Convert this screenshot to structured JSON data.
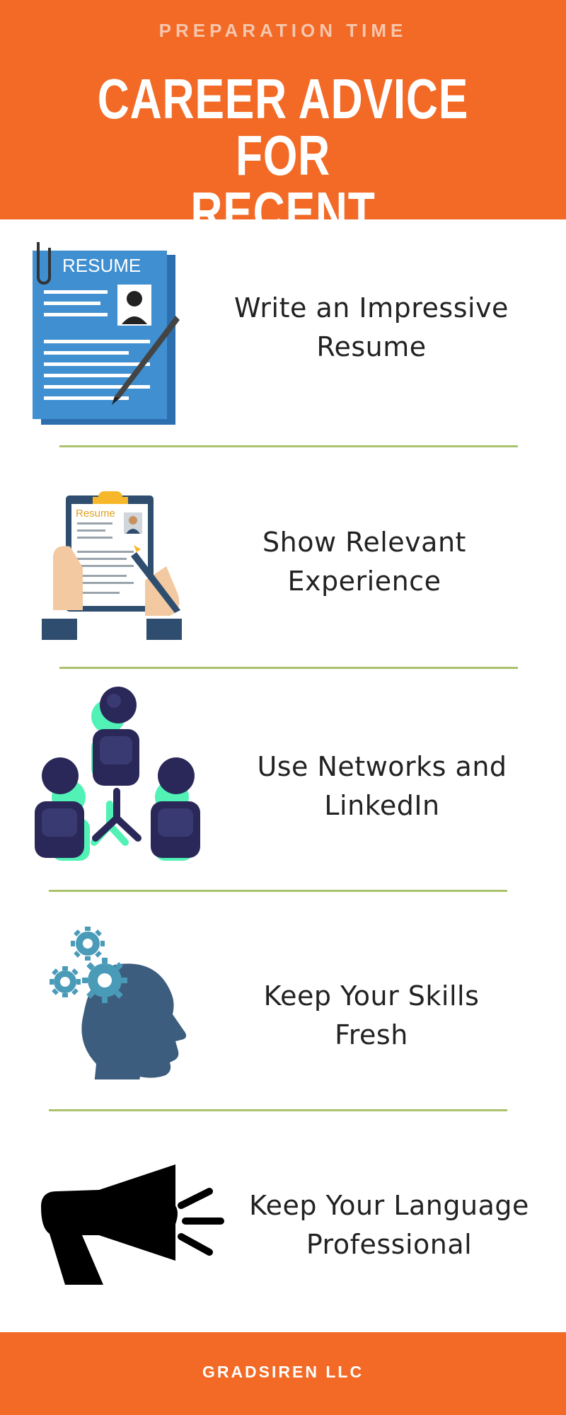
{
  "header": {
    "kicker": "PREPARATION TIME",
    "title_line1": "CAREER ADVICE FOR",
    "title_line2": "RECENT GRADUATES"
  },
  "tips": [
    {
      "line1": "Write an Impressive",
      "line2": "Resume",
      "icon": "resume-document-icon",
      "icon_text": "RESUME"
    },
    {
      "line1": "Show Relevant",
      "line2": "Experience",
      "icon": "clipboard-resume-icon",
      "icon_text": "Resume"
    },
    {
      "line1": "Use Networks and",
      "line2": "LinkedIn",
      "icon": "network-people-icon"
    },
    {
      "line1": "Keep Your Skills",
      "line2": "Fresh",
      "icon": "head-gears-icon"
    },
    {
      "line1": "Keep Your Language",
      "line2": "Professional",
      "icon": "megaphone-icon"
    }
  ],
  "footer": {
    "text": "GRADSIREN LLC"
  },
  "colors": {
    "brand_orange": "#f26a26",
    "divider_green": "#a9c26b",
    "resume_blue": "#3f8fd1",
    "network_navy": "#2a2858",
    "network_mint": "#52f2b6",
    "head_slate": "#3d5d7e",
    "gear_teal": "#4a9bb8"
  }
}
